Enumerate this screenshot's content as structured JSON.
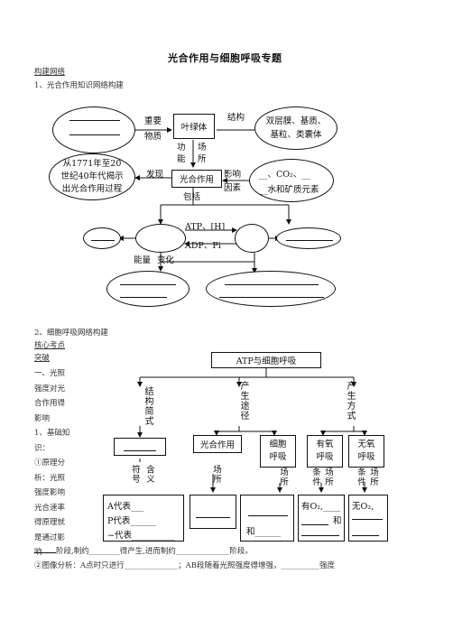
{
  "doc": {
    "title": "光合作用与细胞呼吸专题",
    "section_build": "构建网络",
    "item1": "1、光合作用知识网络构建",
    "item2": "2、细胞呼吸网络构建",
    "core_line1": "核心考点",
    "core_line2": "突破",
    "side_text": [
      "一、光照",
      "强度对光",
      "合作用得",
      "影响",
      "1、基础知",
      "识：",
      "①原理分",
      "析：光照",
      "强度影响",
      "光合速率",
      "得原理就",
      "是通过影",
      "响"
    ],
    "para1": "阶段,制约________得产生,进而制约______________阶段。",
    "para2": "②图像分析：A点时只进行______________；AB段随着光照强度得增强，__________强度"
  },
  "photo_map": {
    "chloroplast": "叶绿体",
    "photosynthesis": "光合作用",
    "important": "重要",
    "substance": "物质",
    "structure": "结构",
    "structure_box": "双层膜、基质、基粒、类囊体",
    "function_a": "功",
    "function_b": "能",
    "site_a": "场",
    "site_b": "所",
    "discovery": "发现",
    "history_box": "从1771年至20世纪40年代揭示出光合作用过程",
    "influence": "影响",
    "factors": "因素",
    "factor_box_1": "__、CO₂、__",
    "factor_box_2": "__水和矿质元素",
    "include": "包括",
    "atp_h": "ATP、[H]",
    "adp_pi": "ADP、Pi",
    "energy": "能量",
    "change": "变化"
  },
  "resp_map": {
    "root": "ATP与细胞呼吸",
    "col1_head": "结构简式",
    "col2_head": "产生途径",
    "col3_head": "产生方式",
    "box_photo": "光合作用",
    "box_cell": "细胞呼吸",
    "box_aerobic": "有氧呼吸",
    "box_anaerobic": "无氧呼吸",
    "symbol": "符号",
    "meaning": "含义",
    "site1": "场所",
    "site2": "场所",
    "condition1": "条件",
    "site3": "场所",
    "condition2": "条件",
    "site4": "场所",
    "a_line": "A代表___",
    "p_line": "P代表______",
    "tilde_line": "~代表__________",
    "and1": "和______",
    "o2_yes": "有O₂,____",
    "and2": "和",
    "o2_no": "无O₂,"
  }
}
